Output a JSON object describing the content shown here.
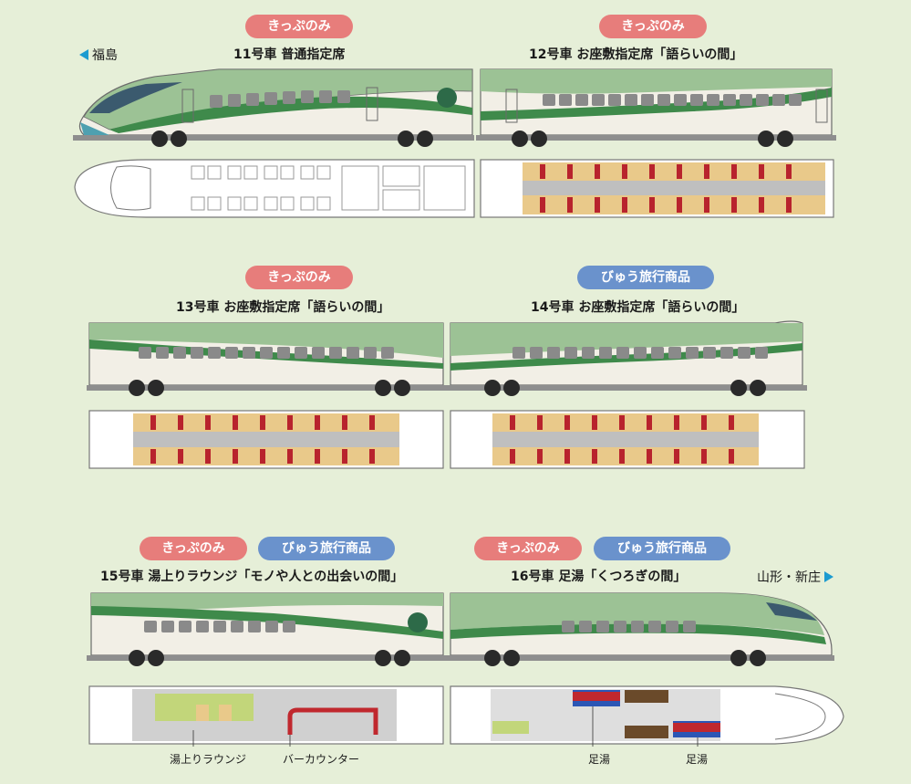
{
  "colors": {
    "background": "#e6efd8",
    "kippu_badge": "#e77d7b",
    "view_badge": "#6a92cc",
    "direction_arrow": "#1c9bd0",
    "train_green": "#8fb88a",
    "train_dark_green": "#3f8a4b",
    "train_body": "#f1ede4",
    "seat_red": "#b8232d",
    "seat_wood": "#e9c98a",
    "counter_red": "#c0282e",
    "footbath_blue": "#2b56b5"
  },
  "badges": {
    "kippu": "きっぷのみ",
    "view": "びゅう旅行商品"
  },
  "directions": {
    "left": "福島",
    "right": "山形・新庄"
  },
  "cars": [
    {
      "id": "car11",
      "title": "11号車 普通指定席"
    },
    {
      "id": "car12",
      "title": "12号車 お座敷指定席「語らいの間」"
    },
    {
      "id": "car13",
      "title": "13号車 お座敷指定席「語らいの間」"
    },
    {
      "id": "car14",
      "title": "14号車 お座敷指定席「語らいの間」"
    },
    {
      "id": "car15",
      "title": "15号車 湯上りラウンジ「モノや人との出会いの間」"
    },
    {
      "id": "car16",
      "title": "16号車 足湯「くつろぎの間」"
    }
  ],
  "annotations": {
    "lounge": "湯上りラウンジ",
    "bar_counter": "バーカウンター",
    "footbath_1": "足湯",
    "footbath_2": "足湯"
  }
}
